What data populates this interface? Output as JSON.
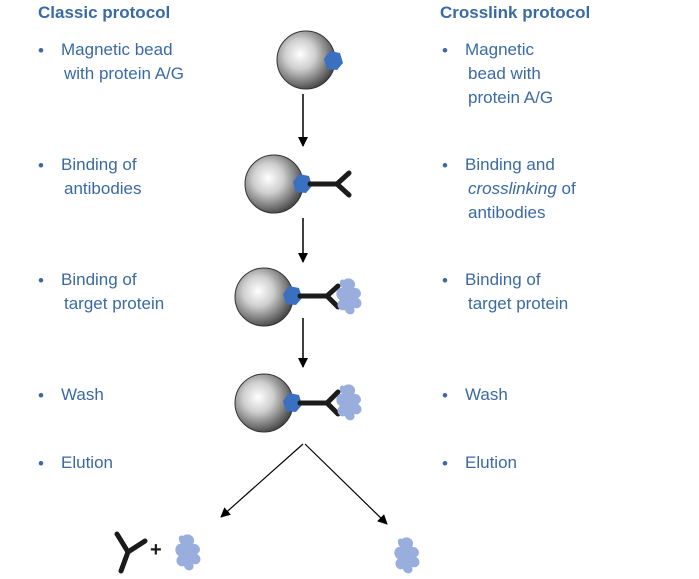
{
  "left_title": "Classic protocol",
  "right_title": "Crosslink protocol",
  "bullet_char": "•",
  "left_steps": [
    {
      "l1": "Magnetic bead",
      "l2": "with protein A/G"
    },
    {
      "l1": "Binding of",
      "l2": "antibodies"
    },
    {
      "l1": "Binding of",
      "l2": "target protein"
    },
    {
      "l1": "Wash"
    },
    {
      "l1": "Elution"
    }
  ],
  "right_steps": [
    {
      "l1": "Magnetic",
      "l2": "bead with",
      "l3": "protein A/G"
    },
    {
      "l1": "Binding and",
      "l2_em": "crosslinking",
      "l2_rest": " of",
      "l3": "antibodies"
    },
    {
      "l1": "Binding of",
      "l2": "target protein"
    },
    {
      "l1": "Wash"
    },
    {
      "l1": "Elution"
    }
  ],
  "plus_sign": "+",
  "colors": {
    "title_text": "#3a6aa3",
    "protein_ag": "#3b6fc0",
    "target_protein": "#9aaede",
    "antibody": "#1b1b1b",
    "arrow": "#000000"
  }
}
